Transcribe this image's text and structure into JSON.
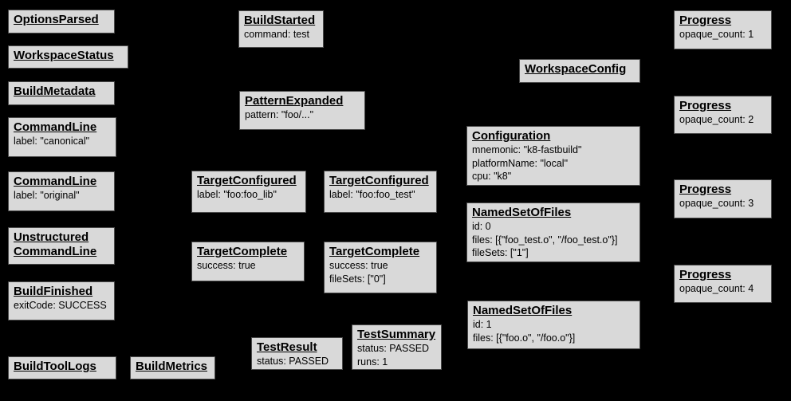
{
  "canvas": {
    "background_color": "#000000",
    "node_fill_color": "#d9d9d9",
    "node_border_color": "#4a4a4a",
    "node_text_color": "#000000"
  },
  "nodes": {
    "options_parsed": {
      "title": "OptionsParsed"
    },
    "workspace_status": {
      "title": "WorkspaceStatus"
    },
    "build_metadata": {
      "title": "BuildMetadata"
    },
    "command_line_canonical": {
      "title": "CommandLine",
      "lines": [
        "label: \"canonical\""
      ]
    },
    "command_line_original": {
      "title": "CommandLine",
      "lines": [
        "label: \"original\""
      ]
    },
    "unstructured_command_line": {
      "title": "Unstructured CommandLine"
    },
    "build_finished": {
      "title": "BuildFinished",
      "lines": [
        "exitCode: SUCCESS"
      ]
    },
    "build_tool_logs": {
      "title": "BuildToolLogs"
    },
    "build_metrics": {
      "title": "BuildMetrics"
    },
    "build_started": {
      "title": "BuildStarted",
      "lines": [
        "command: test"
      ]
    },
    "pattern_expanded": {
      "title": "PatternExpanded",
      "lines": [
        "pattern: \"foo/...\""
      ]
    },
    "target_configured_lib": {
      "title": "TargetConfigured",
      "lines": [
        "label: \"foo:foo_lib\""
      ]
    },
    "target_configured_test": {
      "title": "TargetConfigured",
      "lines": [
        "label: \"foo:foo_test\""
      ]
    },
    "target_complete_lib": {
      "title": "TargetComplete",
      "lines": [
        "success: true"
      ]
    },
    "target_complete_test": {
      "title": "TargetComplete",
      "lines": [
        "success: true",
        "fileSets: [\"0\"]"
      ]
    },
    "test_result": {
      "title": "TestResult",
      "lines": [
        "status: PASSED"
      ]
    },
    "test_summary": {
      "title": "TestSummary",
      "lines": [
        "status: PASSED",
        "runs: 1"
      ]
    },
    "workspace_config": {
      "title": "WorkspaceConfig"
    },
    "configuration": {
      "title": "Configuration",
      "lines": [
        "mnemonic: \"k8-fastbuild\"",
        "platformName: \"local\"",
        "cpu: \"k8\""
      ]
    },
    "named_set_of_files_0": {
      "title": "NamedSetOfFiles",
      "lines": [
        "id: 0",
        "files: [{\"foo_test.o\", \"/foo_test.o\"}]",
        "fileSets: [\"1\"]"
      ]
    },
    "named_set_of_files_1": {
      "title": "NamedSetOfFiles",
      "lines": [
        "id: 1",
        "files: [{\"foo.o\", \"/foo.o\"}]"
      ]
    },
    "progress_1": {
      "title": "Progress",
      "lines": [
        "opaque_count: 1"
      ]
    },
    "progress_2": {
      "title": "Progress",
      "lines": [
        "opaque_count: 2"
      ]
    },
    "progress_3": {
      "title": "Progress",
      "lines": [
        "opaque_count: 3"
      ]
    },
    "progress_4": {
      "title": "Progress",
      "lines": [
        "opaque_count: 4"
      ]
    }
  }
}
